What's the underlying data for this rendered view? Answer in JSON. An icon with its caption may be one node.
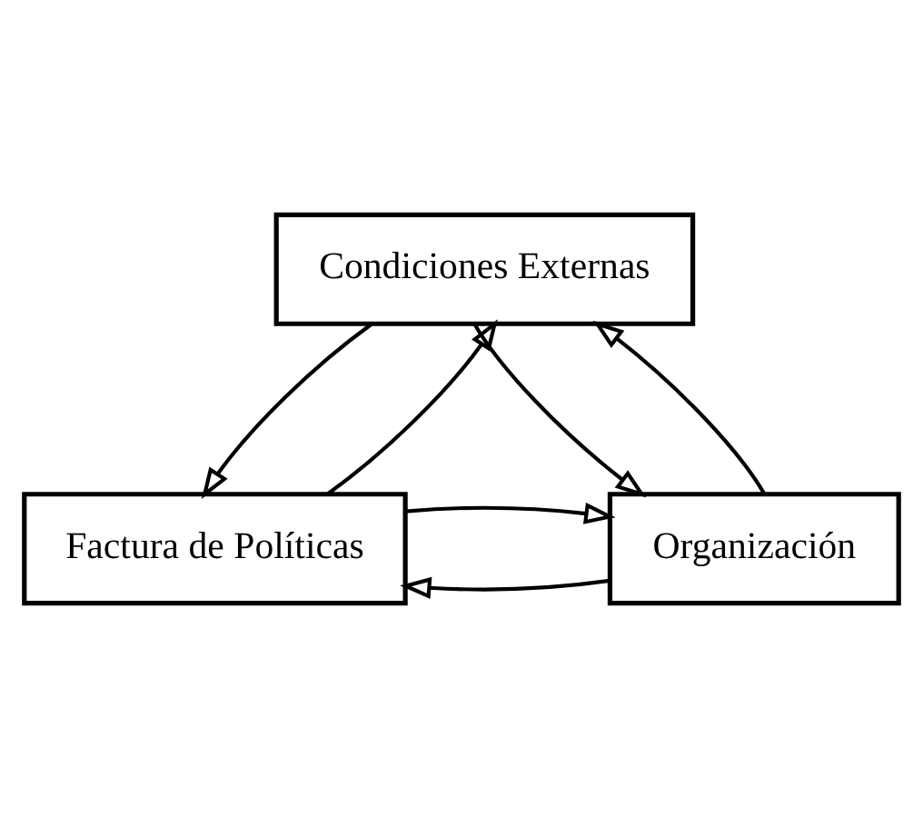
{
  "diagram": {
    "nodes": [
      {
        "text": [
          "Condiciones Externas"
        ]
      },
      {
        "text": [
          "Factura de Políticas"
        ]
      },
      {
        "text": [
          "Organización"
        ]
      }
    ],
    "edges": [
      {
        "from": 1,
        "to": 0,
        "arrow": "to"
      },
      {
        "from": 0,
        "to": 2,
        "arrow": "to"
      },
      {
        "from": 2,
        "to": 1,
        "arrow": "to"
      },
      {
        "from": 0,
        "to": 1,
        "arrow": "to"
      },
      {
        "from": 1,
        "to": 2,
        "arrow": "to"
      },
      {
        "from": 2,
        "to": 0,
        "arrow": "to"
      }
    ]
  }
}
